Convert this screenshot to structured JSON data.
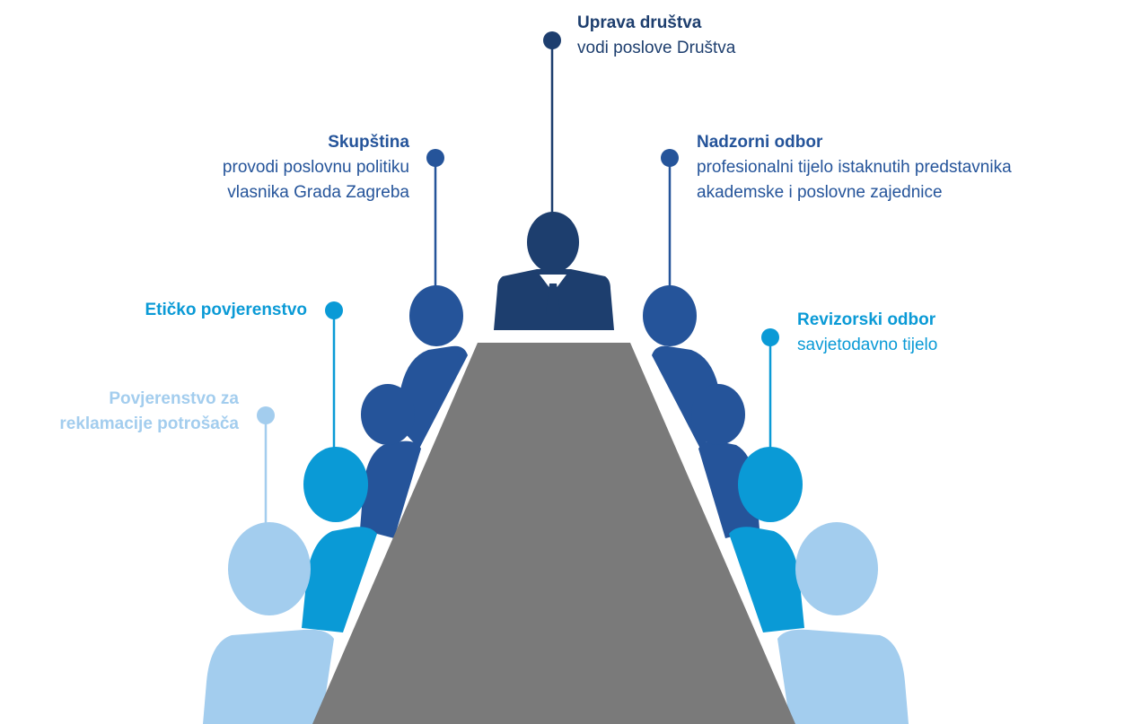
{
  "colors": {
    "dark_navy": "#1d3e6e",
    "mid_blue": "#25549a",
    "bright_blue": "#0a9ad6",
    "pale_blue": "#a3cdee",
    "table_gray": "#7a7a7a"
  },
  "bodies": {
    "uprava": {
      "title": "Uprava društva",
      "desc": "vodi poslove Društva"
    },
    "skupstina": {
      "title": "Skupština",
      "desc_line1": "provodi poslovnu politiku",
      "desc_line2": "vlasnika Grada Zagreba"
    },
    "nadzorni": {
      "title": "Nadzorni odbor",
      "desc_line1": "profesionalni tijelo istaknutih predstavnika",
      "desc_line2": "akademske i poslovne zajednice"
    },
    "eticko": {
      "title": "Etičko povjerenstvo"
    },
    "revizorski": {
      "title": "Revizorski odbor",
      "desc": "savjetodavno tijelo"
    },
    "povjerenstvo": {
      "title_line1": "Povjerenstvo za",
      "title_line2": "reklamacije potrošača"
    }
  }
}
